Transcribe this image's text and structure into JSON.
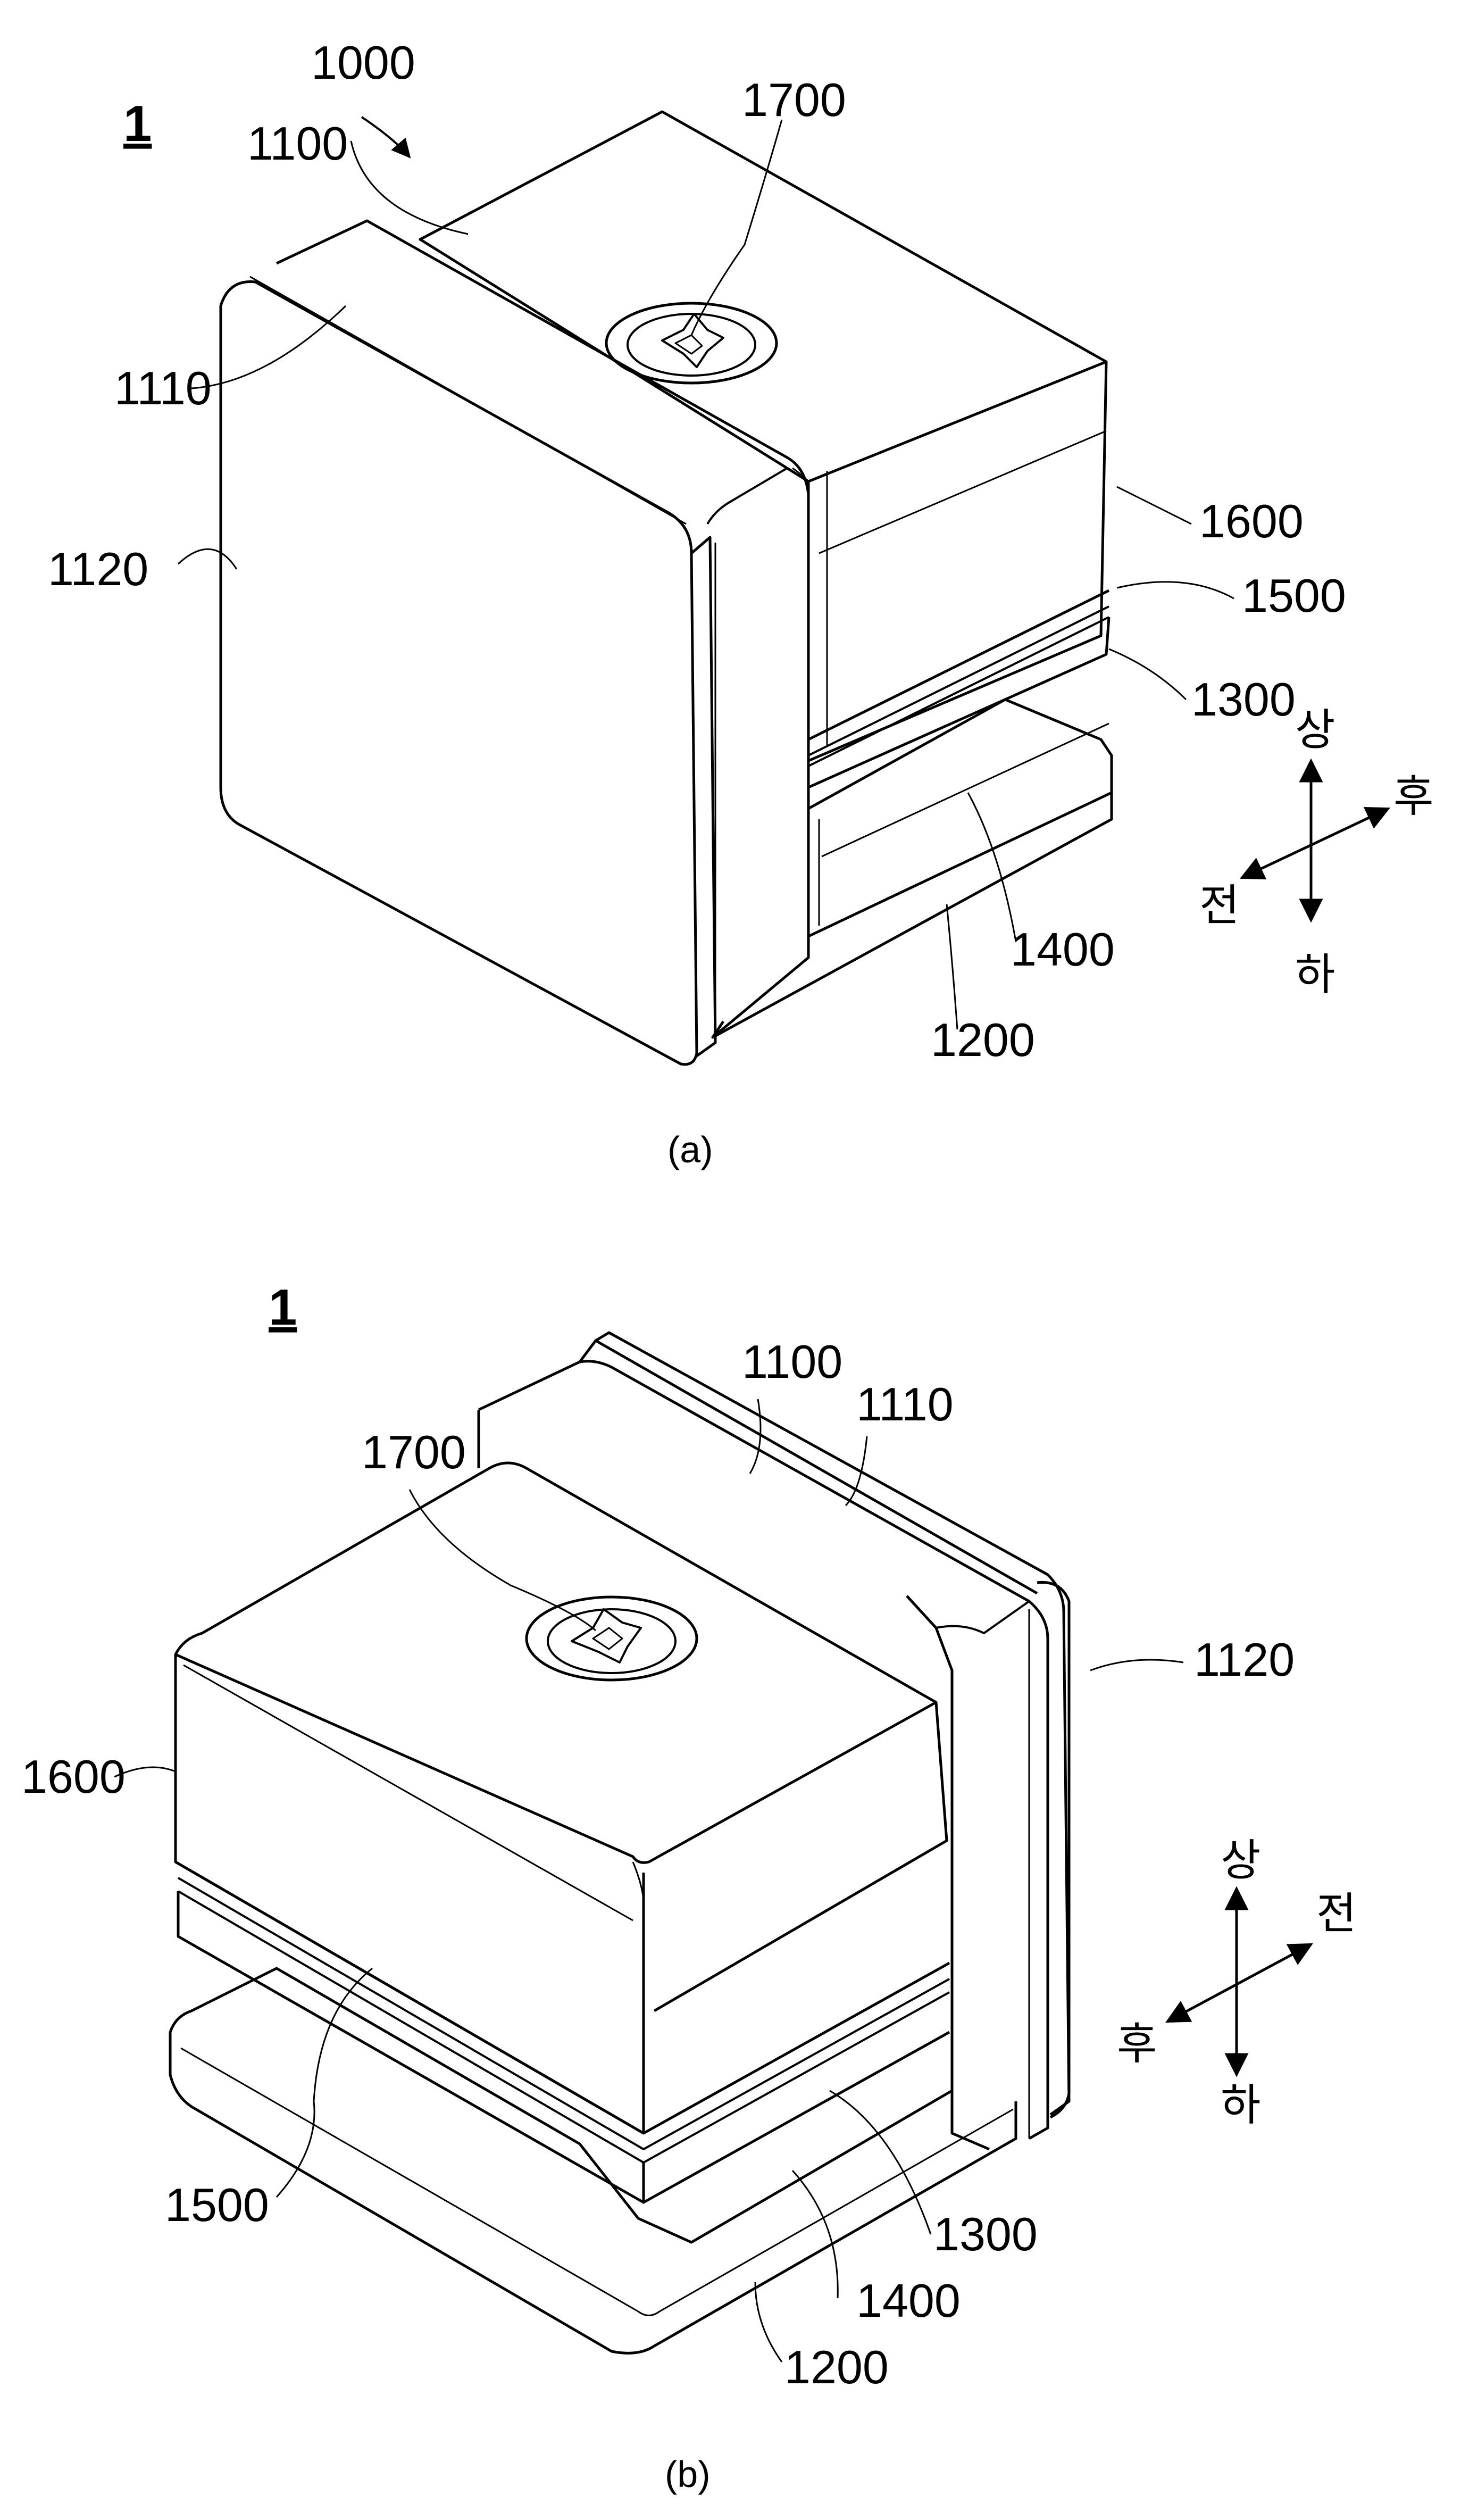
{
  "views": [
    {
      "caption": "(a)",
      "figure_label": "1",
      "labels": {
        "assembly": "1000",
        "body": "1100",
        "groove": "1110",
        "front_plate": "1120",
        "lower_jaw": "1200",
        "upper_jaw": "1300",
        "slot": "1400",
        "pad": "1500",
        "cap": "1600",
        "screw": "1700"
      },
      "directions": {
        "up": "상",
        "down": "하",
        "front": "전",
        "back": "후"
      }
    },
    {
      "caption": "(b)",
      "figure_label": "1",
      "labels": {
        "body": "1100",
        "groove": "1110",
        "front_plate": "1120",
        "lower_jaw": "1200",
        "upper_jaw": "1300",
        "slot": "1400",
        "pad": "1500",
        "cap": "1600",
        "screw": "1700"
      },
      "directions": {
        "up": "상",
        "down": "하",
        "front": "전",
        "back": "후"
      }
    }
  ]
}
